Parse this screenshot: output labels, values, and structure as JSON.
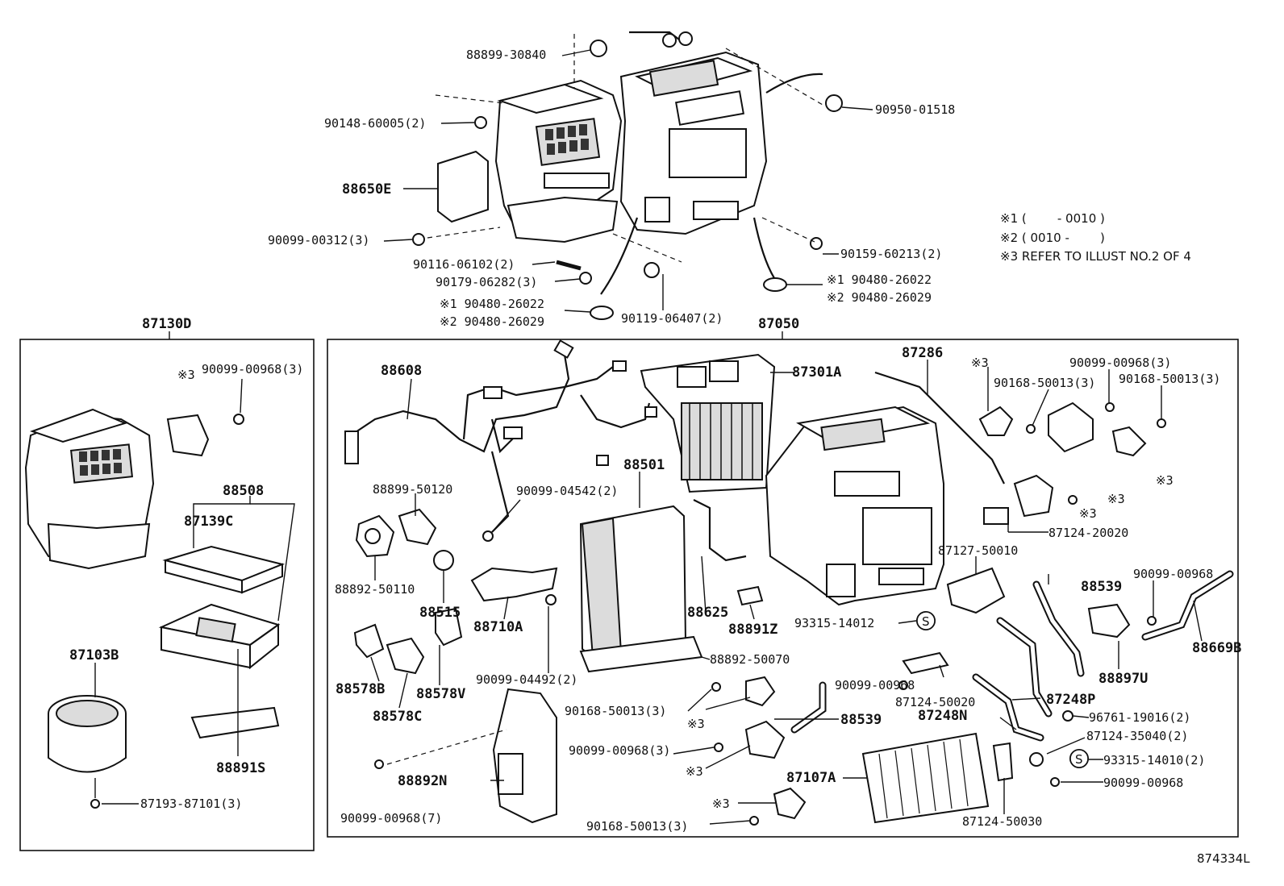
{
  "diagram_id": "874334L",
  "notes": [
    "※1 (        - 0010 )",
    "※2 ( 0010 -        )",
    "※3 REFER TO ILLUST NO.2 OF 4"
  ],
  "assemblies": {
    "left": "87130D",
    "right": "87050"
  },
  "labels": {
    "l88899_30840": "88899-30840",
    "l90950_01518": "90950-01518",
    "l90148_60005": "90148-60005(2)",
    "l88650E": "88650E",
    "l90099_00312": "90099-00312(3)",
    "l90116_06102": "90116-06102(2)",
    "l90179_06282": "90179-06282(3)",
    "l90159_60213": "90159-60213(2)",
    "l90480_26022_a": "※1  90480-26022",
    "l90480_26029_a": "※2  90480-26029",
    "l90480_26022_b": "※1  90480-26022",
    "l90480_26029_b": "※2  90480-26029",
    "l90119_06407": "90119-06407(2)",
    "l_s3_left": "※3",
    "l90099_00968_3_left": "90099-00968(3)",
    "l88508": "88508",
    "l87139C": "87139C",
    "l87103B": "87103B",
    "l88891S": "88891S",
    "l87193_87101": "87193-87101(3)",
    "l88608": "88608",
    "l87301A": "87301A",
    "l87286": "87286",
    "l_s3_a": "※3",
    "l90099_00968_3_r": "90099-00968(3)",
    "l90168_50013_3_a": "90168-50013(3)",
    "l90168_50013_3_b": "90168-50013(3)",
    "l_s3_b": "※3",
    "l_s3_c": "※3",
    "l_s3_d": "※3",
    "l87124_20020": "87124-20020",
    "l88899_50120": "88899-50120",
    "l90099_04542": "90099-04542(2)",
    "l88501": "88501",
    "l88892_50110": "88892-50110",
    "l88515": "88515",
    "l88710A": "88710A",
    "l88625": "88625",
    "l88891Z": "88891Z",
    "l87127_50010": "87127-50010",
    "l88539_a": "88539",
    "l90099_00968_a": "90099-00968",
    "l93315_14012": "93315-14012",
    "l88669B": "88669B",
    "l88578B": "88578B",
    "l88578V": "88578V",
    "l88578C": "88578C",
    "l90099_04492": "90099-04492(2)",
    "l88892_50070": "88892-50070",
    "l90099_00968_b": "90099-00968",
    "l87124_50020": "87124-50020",
    "l88897U": "88897U",
    "l87248P": "87248P",
    "l87248N": "87248N",
    "l96761_19016": "96761-19016(2)",
    "l90168_50013_3_c": "90168-50013(3)",
    "l_s3_e": "※3",
    "l88539_b": "88539",
    "l87124_35040": "87124-35040(2)",
    "l90099_00968_3_c": "90099-00968(3)",
    "l_s3_f": "※3",
    "l93315_14010": "93315-14010(2)",
    "l90099_00968_c": "90099-00968",
    "l88892N": "88892N",
    "l87107A": "87107A",
    "l_s3_g": "※3",
    "l90099_00968_7": "90099-00968(7)",
    "l90168_50013_3_d": "90168-50013(3)",
    "l87124_50030": "87124-50030",
    "s_mark": "S"
  }
}
